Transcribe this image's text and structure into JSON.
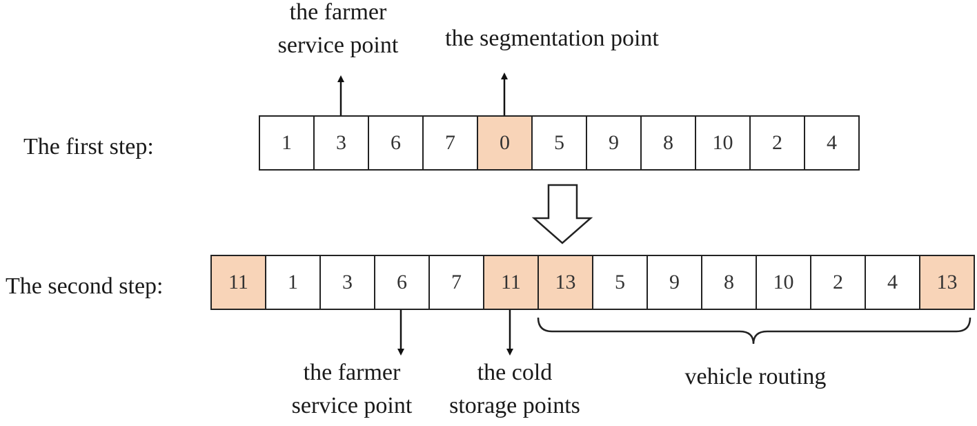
{
  "step1": {
    "label": "The first step:",
    "cells": [
      "1",
      "3",
      "6",
      "7",
      "0",
      "5",
      "9",
      "8",
      "10",
      "2",
      "4"
    ],
    "highlight": [
      4
    ]
  },
  "step2": {
    "label": "The second step:",
    "cells": [
      "11",
      "1",
      "3",
      "6",
      "7",
      "11",
      "13",
      "5",
      "9",
      "8",
      "10",
      "2",
      "4",
      "13"
    ],
    "highlight": [
      0,
      5,
      6,
      13
    ]
  },
  "annotations": {
    "farmer_top": [
      "the farmer",
      "service point"
    ],
    "segmentation": "the segmentation point",
    "farmer_bottom": [
      "the farmer",
      "service point"
    ],
    "cold_storage": [
      "the cold",
      "storage points"
    ],
    "vehicle_routing": "vehicle routing"
  },
  "colors": {
    "highlight": "#f8d4b8",
    "stroke": "#222222"
  }
}
